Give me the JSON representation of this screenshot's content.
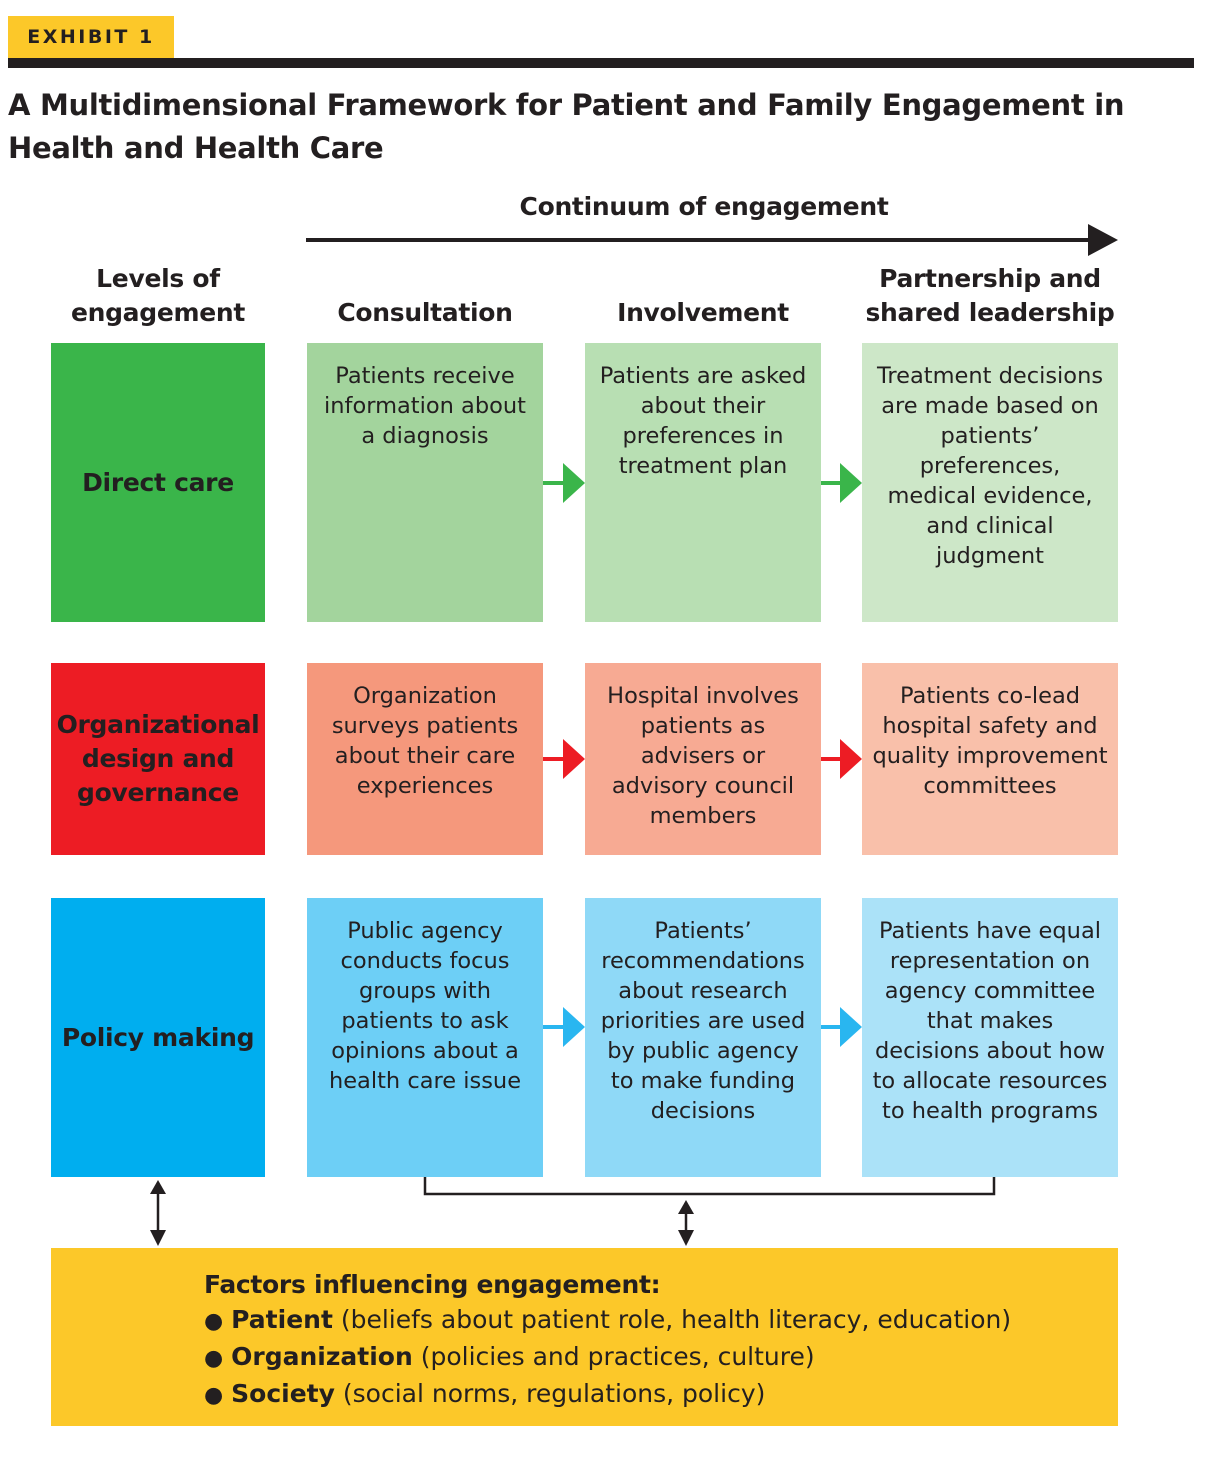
{
  "exhibit_label": "EXHIBIT 1",
  "title": "A Multidimensional Framework for Patient and Family Engagement in Health and Health Care",
  "continuum_label": "Continuum of engagement",
  "levels_header": "Levels of engagement",
  "columns": [
    "Consultation",
    "Involvement",
    "Partnership and shared leadership"
  ],
  "rows": [
    {
      "level": "Direct care",
      "color": "#3ab54a",
      "cell_colors": [
        "#a3d49d",
        "#b8dfb3",
        "#cde7c8"
      ],
      "arrow_color": "#3ab54a",
      "cells": [
        "Patients receive information about a diagnosis",
        "Patients are asked about their preferences in treatment plan",
        "Treatment decisions are made based on patients’ preferences, medical evidence, and clinical judgment"
      ]
    },
    {
      "level": "Organizational design and governance",
      "color": "#ed1c24",
      "cell_colors": [
        "#f5987c",
        "#f7aa93",
        "#f9c0aa"
      ],
      "arrow_color": "#ed1c24",
      "cells": [
        "Organization surveys patients about their care experiences",
        "Hospital involves patients as advisers or advisory council members",
        "Patients co-lead hospital safety and quality improvement committees"
      ]
    },
    {
      "level": "Policy making",
      "color": "#00aeef",
      "cell_colors": [
        "#6dcff6",
        "#8fd9f7",
        "#abe2f8"
      ],
      "arrow_color": "#29b6f0",
      "cells": [
        "Public agency conducts focus groups with patients to ask opinions about a health care issue",
        "Patients’ recommendations about research priorities are used by public agency to make funding decisions",
        "Patients have equal representation on agency committee that makes decisions about how to allocate resources to health programs"
      ]
    }
  ],
  "factors": {
    "title": "Factors influencing engagement:",
    "bullet": "●",
    "items": [
      {
        "name": "Patient",
        "detail": "(beliefs about patient role, health literacy, education)"
      },
      {
        "name": "Organization",
        "detail": "(policies and practices, culture)"
      },
      {
        "name": "Society",
        "detail": "(social norms, regulations, policy)"
      }
    ]
  },
  "colors": {
    "accent_yellow": "#fcc829",
    "text": "#231f20"
  }
}
